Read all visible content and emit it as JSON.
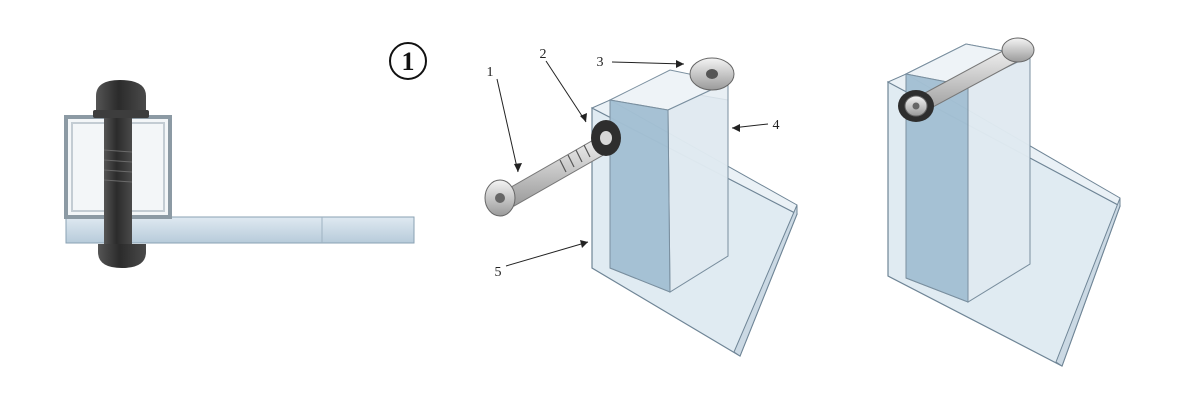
{
  "step": {
    "number": "1"
  },
  "callouts": [
    {
      "id": "1",
      "text": "1"
    },
    {
      "id": "2",
      "text": "2"
    },
    {
      "id": "3",
      "text": "3"
    },
    {
      "id": "4",
      "text": "4"
    },
    {
      "id": "5",
      "text": "5"
    }
  ],
  "colors": {
    "plate": "#c8dbe8",
    "plate_edge": "#7f9aae",
    "bolt_dark": "#3a3a3a",
    "bolt_light": "#d9d9d9",
    "tube_glass": "#dde7ef"
  }
}
